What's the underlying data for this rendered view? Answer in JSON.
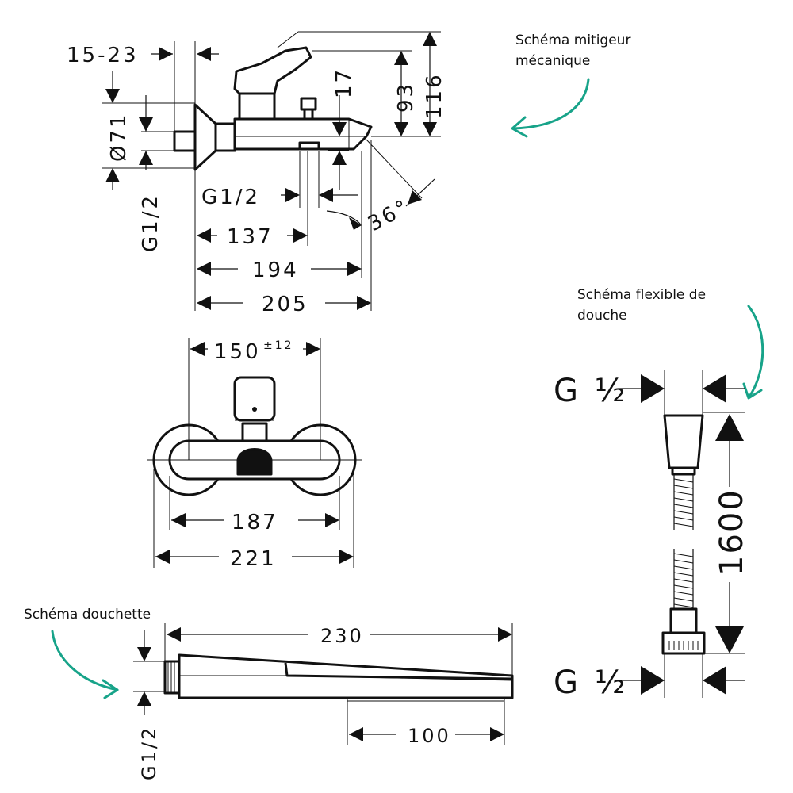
{
  "captions": {
    "mixer": [
      "Schéma mitigeur",
      "mécanique"
    ],
    "hose": [
      "Schéma flexible de",
      "douche"
    ],
    "handshower": "Schéma douchette"
  },
  "mixer_side": {
    "d_15_23": "15-23",
    "d_71": "Ø71",
    "d_g12_left": "G1/2",
    "d_g12_outlet": "G1/2",
    "d_17": "17",
    "d_93": "93",
    "d_116": "116",
    "d_36": "36°",
    "d_137": "137",
    "d_194": "194",
    "d_205": "205"
  },
  "mixer_front": {
    "d_150": "150",
    "d_150_tol": "±12",
    "d_187": "187",
    "d_221": "221"
  },
  "hose": {
    "g_top": "G ½",
    "g_bottom": "G ½",
    "d_1600": "1600"
  },
  "handshower": {
    "d_230": "230",
    "d_100": "100",
    "d_g12": "G1/2"
  },
  "colors": {
    "line": "#111111",
    "accent_arrow": "#17a389"
  }
}
